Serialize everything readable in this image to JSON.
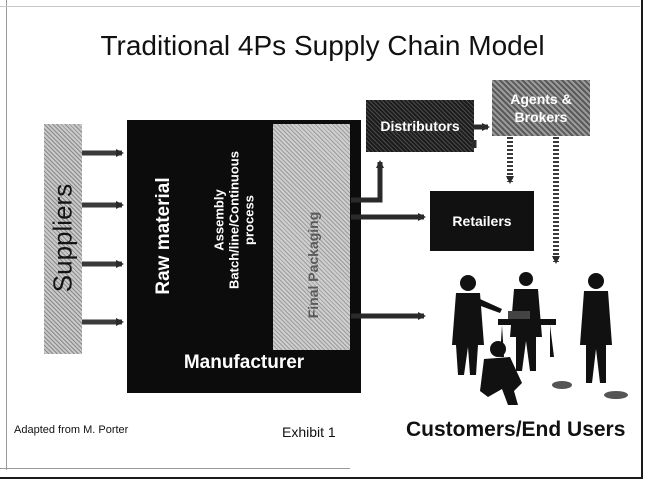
{
  "title": "Traditional 4Ps Supply Chain Model",
  "suppliers": {
    "label": "Suppliers"
  },
  "manufacturer": {
    "label": "Manufacturer",
    "raw_material": "Raw material",
    "assembly_line1": "Assembly",
    "assembly_line2": "Batch/line/Continuous",
    "assembly_line3": "process",
    "packaging": "Final Packaging"
  },
  "channels": {
    "distributors": "Distributors",
    "agents_line1": "Agents &",
    "agents_line2": "Brokers",
    "retailers": "Retailers"
  },
  "footer": {
    "source": "Adapted from M. Porter",
    "exhibit": "Exhibit 1",
    "customers": "Customers/End Users"
  }
}
